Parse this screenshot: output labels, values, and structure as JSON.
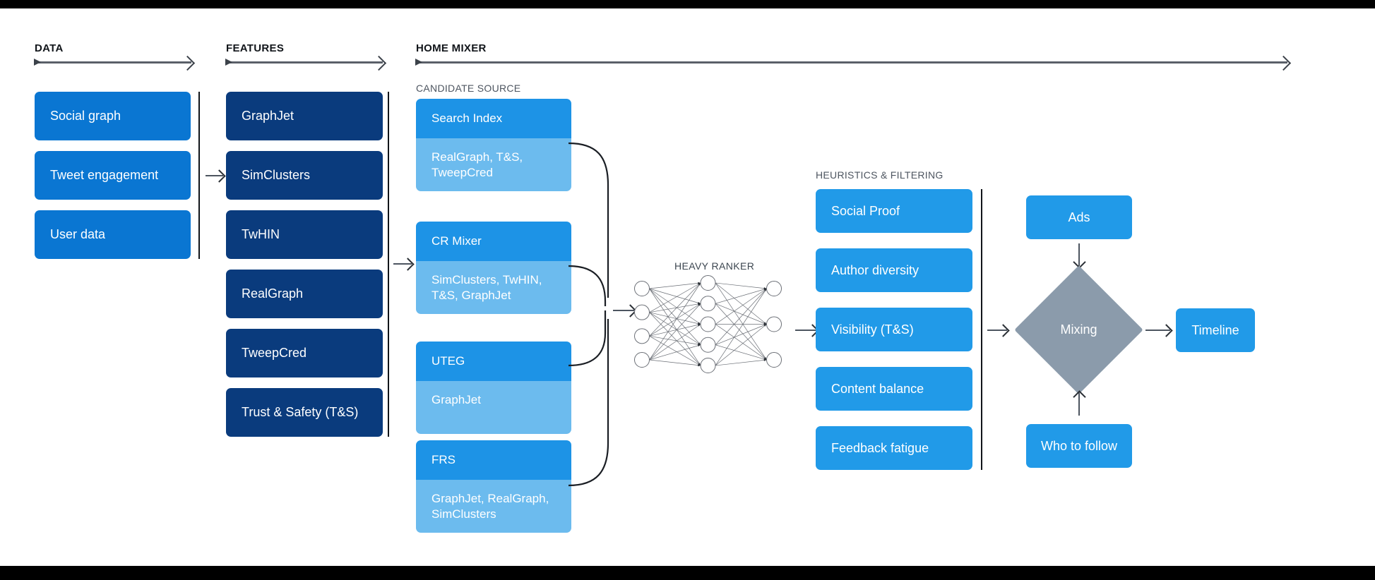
{
  "sections": {
    "data": {
      "title": "DATA"
    },
    "features": {
      "title": "FEATURES"
    },
    "home_mixer": {
      "title": "HOME MIXER"
    },
    "candidate_source": {
      "title": "CANDIDATE SOURCE"
    },
    "heavy_ranker": {
      "title": "HEAVY RANKER"
    },
    "heuristics": {
      "title": "HEURISTICS & FILTERING"
    }
  },
  "data_boxes": [
    {
      "label": "Social graph"
    },
    {
      "label": "Tweet engagement"
    },
    {
      "label": "User data"
    }
  ],
  "feature_boxes": [
    {
      "label": "GraphJet"
    },
    {
      "label": "SimClusters"
    },
    {
      "label": "TwHIN"
    },
    {
      "label": "RealGraph"
    },
    {
      "label": "TweepCred"
    },
    {
      "label": "Trust & Safety (T&S)"
    }
  ],
  "candidate_sources": [
    {
      "name": "Search Index",
      "features": "RealGraph, T&S, TweepCred"
    },
    {
      "name": "CR Mixer",
      "features": "SimClusters, TwHIN, T&S, GraphJet"
    },
    {
      "name": "UTEG",
      "features": "GraphJet"
    },
    {
      "name": "FRS",
      "features": "GraphJet, RealGraph, SimClusters"
    }
  ],
  "heuristic_boxes": [
    {
      "label": "Social Proof"
    },
    {
      "label": "Author diversity"
    },
    {
      "label": "Visibility (T&S)"
    },
    {
      "label": "Content balance"
    },
    {
      "label": "Feedback fatigue"
    }
  ],
  "output_stage": {
    "ads": "Ads",
    "mixing": "Mixing",
    "who_to_follow": "Who to follow",
    "timeline": "Timeline"
  },
  "neural_net": {
    "input_nodes": 4,
    "hidden_nodes": 5,
    "output_nodes": 3
  },
  "colors": {
    "data_blue": "#0a76d2",
    "feature_navy": "#0a3b7d",
    "source_header": "#1d93e6",
    "source_body": "#6cbbee",
    "heuristic_blue": "#219ae8",
    "mixing_gray": "#8b9bab",
    "line_gray": "#4d5560",
    "background": "#ffffff"
  }
}
